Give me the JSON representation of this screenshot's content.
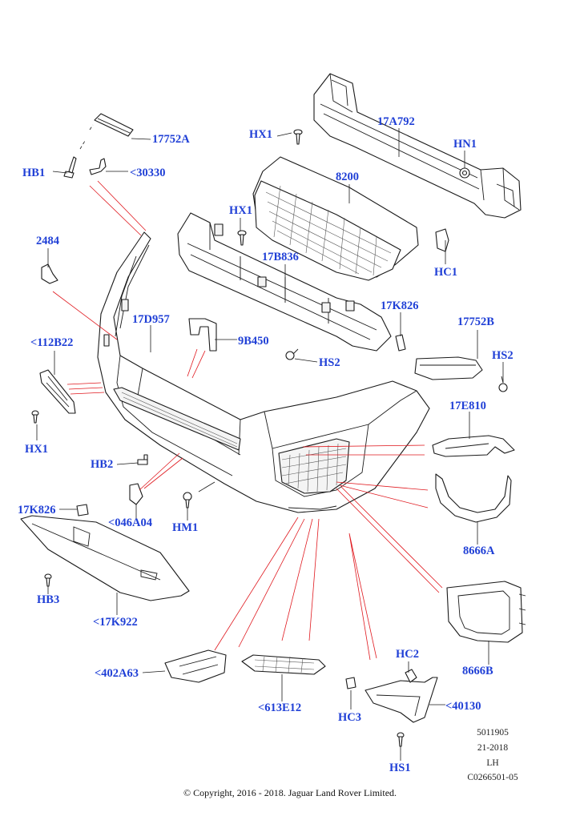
{
  "callouts": {
    "c17752A": "17752A",
    "cHB1": "HB1",
    "c30330": "<30330",
    "cHX1a": "HX1",
    "c17A792": "17A792",
    "cHN1": "HN1",
    "c8200": "8200",
    "cHX1b": "HX1",
    "c17B836": "17B836",
    "cHC1": "HC1",
    "c2484": "2484",
    "c17D957": "17D957",
    "c9B450": "9B450",
    "c17K826a": "17K826",
    "c17752B": "17752B",
    "c112B22": "<112B22",
    "cHS2a": "HS2",
    "cHS2b": "HS2",
    "c17E810": "17E810",
    "cHX1c": "HX1",
    "cHB2": "HB2",
    "c17K826b": "17K826",
    "c046A04": "<046A04",
    "cHM1": "HM1",
    "c8666A": "8666A",
    "cHB3": "HB3",
    "c17K922": "<17K922",
    "c8666B": "8666B",
    "cHC2": "HC2",
    "c402A63": "<402A63",
    "c613E12": "<613E12",
    "c40130": "<40130",
    "cHC3": "HC3",
    "cHS1": "HS1"
  },
  "meta": {
    "ref": "5011905",
    "date": "21-2018",
    "side": "LH",
    "code": "C0266501-05"
  },
  "copyright": "© Copyright, 2016 - 2018. Jaguar Land Rover Limited.",
  "colors": {
    "callout": "#1f3fd6",
    "leader_red": "#e0191f",
    "line": "#1a1a1a"
  }
}
